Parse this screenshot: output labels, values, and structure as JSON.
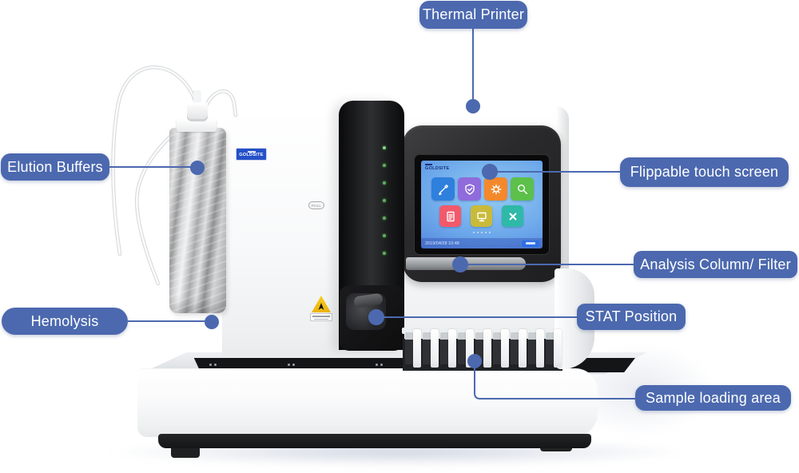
{
  "callouts": {
    "thermal_printer": "Thermal Printer",
    "elution_buffers": "Elution Buffers",
    "hemolysis": "Hemolysis",
    "flippable_touch_screen": "Flippable touch screen",
    "analysis_column_filter": "Analysis Column/ Filter",
    "stat_position": "STAT Position",
    "sample_loading_area": "Sample loading area"
  },
  "device": {
    "brand_plate": "GOLDSITE",
    "pull_tag": "PULL",
    "screen": {
      "brand": "GOLDSITE",
      "datetime": "2019/04/28 10:48",
      "icons": [
        {
          "name": "sample-test-icon",
          "color": "#2f7fdd"
        },
        {
          "name": "shield-quality-icon",
          "color": "#8f6bdb"
        },
        {
          "name": "calibration-gear-icon",
          "color": "#f5882b"
        },
        {
          "name": "search-icon",
          "color": "#5cc04a"
        },
        {
          "name": "report-document-icon",
          "color": "#f2596b"
        },
        {
          "name": "monitor-status-icon",
          "color": "#c9ba3a"
        },
        {
          "name": "maintenance-tools-icon",
          "color": "#2fb9a8"
        }
      ],
      "page_dot_count": 5
    },
    "led_count": 7,
    "sample_positions": 9
  },
  "colors": {
    "accent": "#4c69af",
    "logo_blue": "#2550c8"
  }
}
